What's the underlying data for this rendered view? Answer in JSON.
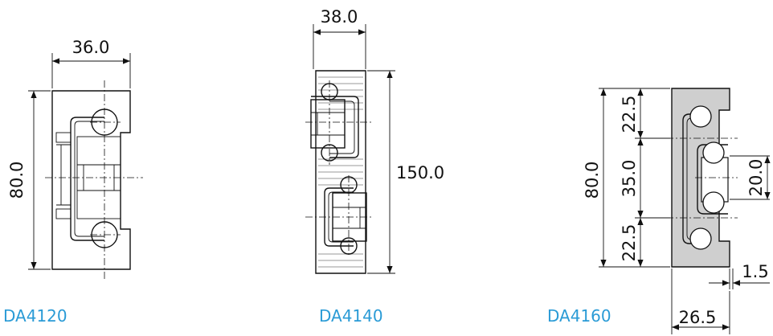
{
  "colors": {
    "caption": "#2a9bd6",
    "line": "#111111",
    "body_fill_4160": "#cfcfcf"
  },
  "da4120": {
    "caption": "DA4120",
    "width_label": "36.0",
    "height_label": "80.0"
  },
  "da4140": {
    "caption": "DA4140",
    "width_label": "38.0",
    "height_label": "150.0"
  },
  "da4160": {
    "caption": "DA4160",
    "height_label": "80.0",
    "top_label": "22.5",
    "middle_label": "35.0",
    "bottom_label": "22.5",
    "inner_label": "20.0",
    "gap_label": "1.5",
    "width_label": "26.5"
  }
}
